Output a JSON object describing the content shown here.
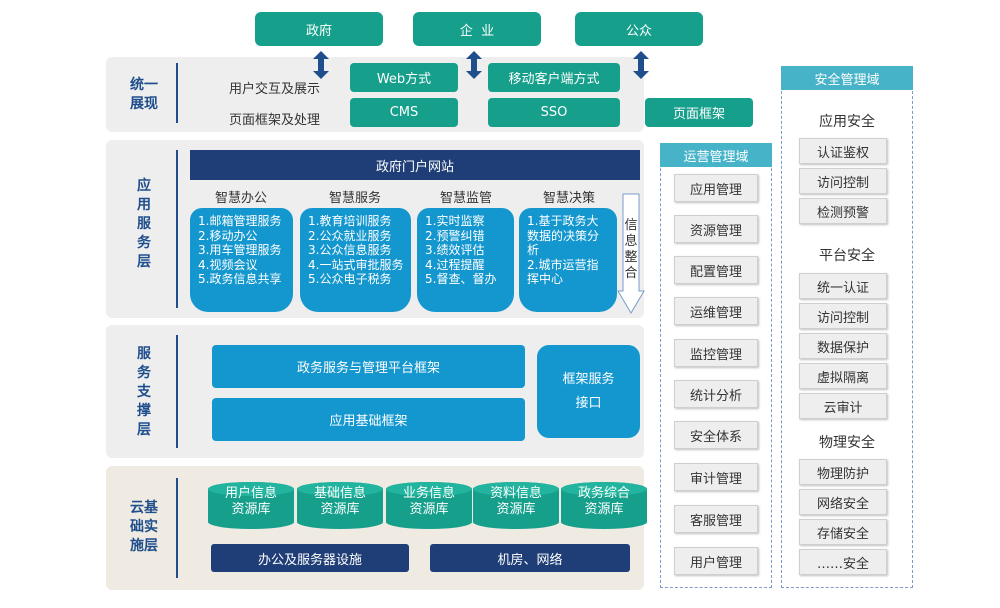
{
  "top_actors": [
    "政府",
    "企  业",
    "公众"
  ],
  "layers": {
    "display": {
      "label": "统一\n展现",
      "rows": [
        "用户交互及展示",
        "页面框架及处理"
      ],
      "row1_boxes": [
        "Web方式",
        "移动客户端方式"
      ],
      "row2_boxes": [
        "CMS",
        "SSO",
        "页面框架"
      ]
    },
    "application": {
      "label": "应\n用\n服\n务\n层",
      "portal": "政府门户网站",
      "categories": [
        {
          "title": "智慧办公",
          "items": [
            "1.邮箱管理服务",
            "2.移动办公",
            "3.用车管理服务",
            "4.视频会议",
            "5.政务信息共享"
          ]
        },
        {
          "title": "智慧服务",
          "items": [
            "1.教育培训服务",
            "2.公众就业服务",
            "3.公众信息服务",
            "4.一站式审批服务",
            "5.公众电子税务"
          ]
        },
        {
          "title": "智慧监管",
          "items": [
            "1.实时监察",
            "2.预警纠错",
            "3.绩效评估",
            "4.过程提醒",
            "5.督查、督办"
          ]
        },
        {
          "title": "智慧决策",
          "items": [
            "1.基于政务大",
            "数据的决策分",
            "析",
            "2.城市运营指",
            "挥中心"
          ]
        }
      ],
      "integration": "信\n息\n整\n合"
    },
    "support": {
      "label": "服\n务\n支\n撑\n层",
      "boxes": [
        "政务服务与管理平台框架",
        "应用基础框架"
      ],
      "interface": "框架服务\n接口"
    },
    "cloud": {
      "label": "云基\n础实\n施层",
      "databases": [
        "用户信息\n资源库",
        "基础信息\n资源库",
        "业务信息\n资源库",
        "资料信息\n资源库",
        "政务综合\n资源库"
      ],
      "infrastructure": [
        "办公及服务器设施",
        "机房、网络"
      ]
    }
  },
  "ops_domain": {
    "title": "运营管理域",
    "items": [
      "应用管理",
      "资源管理",
      "配置管理",
      "运维管理",
      "监控管理",
      "统计分析",
      "安全体系",
      "审计管理",
      "客服管理",
      "用户管理"
    ]
  },
  "security_domain": {
    "title": "安全管理域",
    "sections": [
      {
        "title": "应用安全",
        "items": [
          "认证鉴权",
          "访问控制",
          "检测预警"
        ]
      },
      {
        "title": "平台安全",
        "items": [
          "统一认证",
          "访问控制",
          "数据保护",
          "虚拟隔离",
          "云审计"
        ]
      },
      {
        "title": "物理安全",
        "items": [
          "物理防护",
          "网络安全",
          "存储安全",
          "……安全"
        ]
      }
    ]
  },
  "colors": {
    "teal": "#16a08c",
    "blue": "#1497cf",
    "navy": "#1f3e77",
    "cyan": "#47b3c9",
    "label": "#1f4e8c"
  }
}
